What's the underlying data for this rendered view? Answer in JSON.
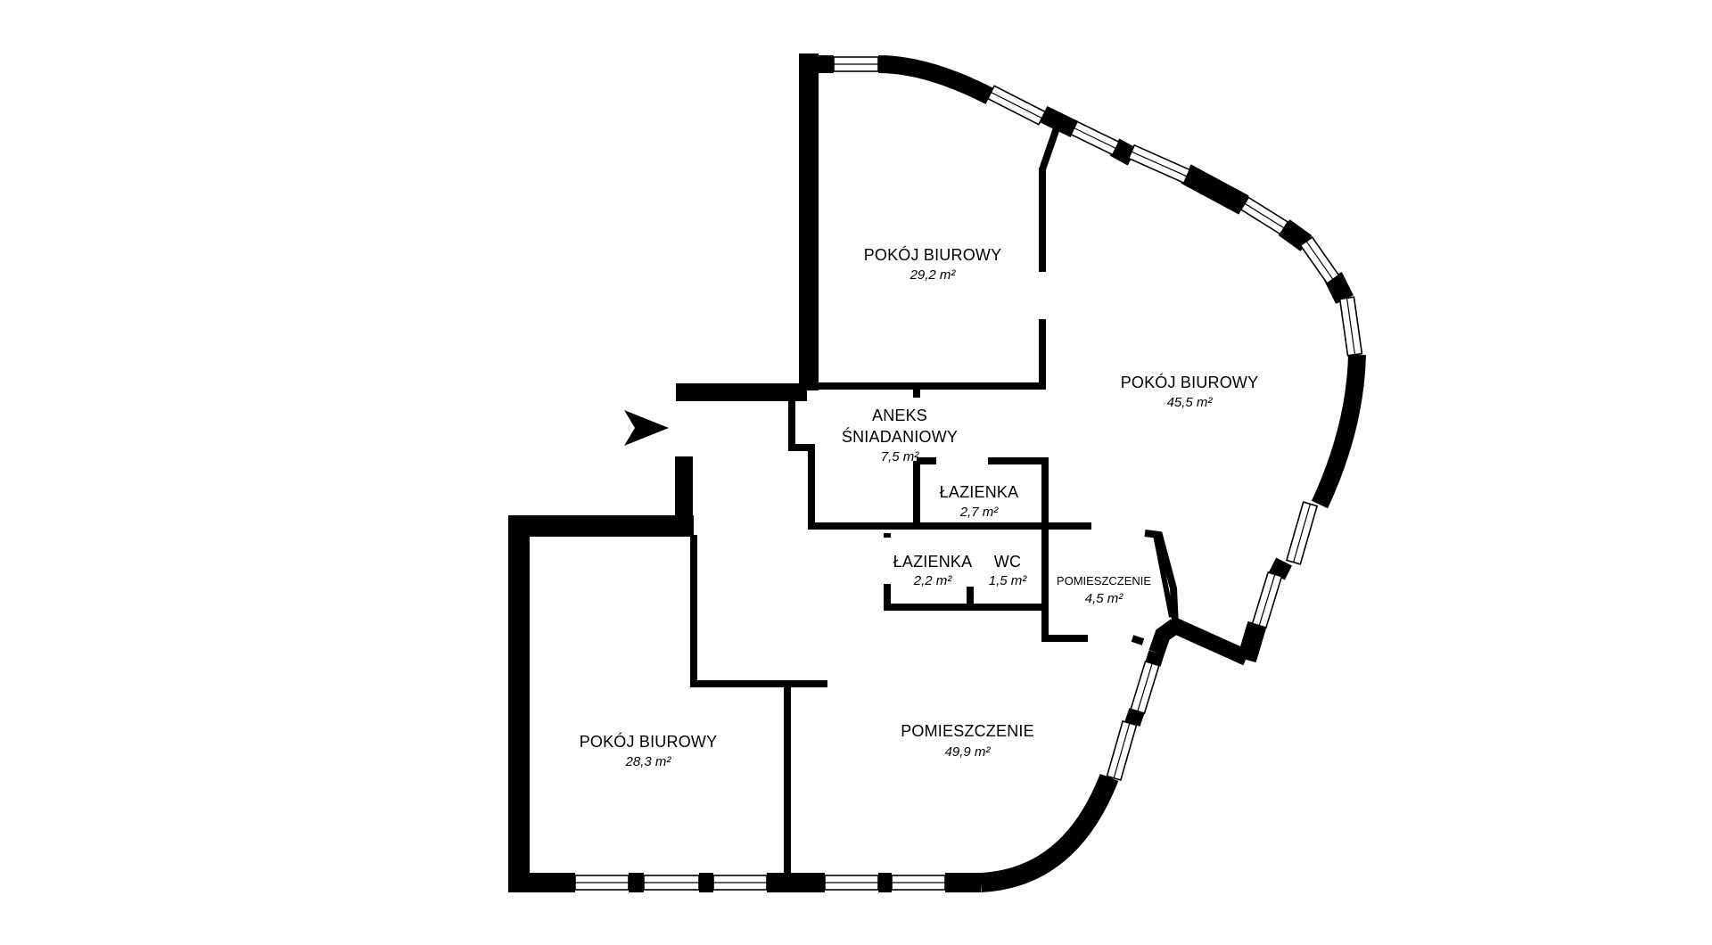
{
  "rooms": [
    {
      "id": "office_top",
      "name": "POKÓJ BIUROWY",
      "area": "29,2 m²"
    },
    {
      "id": "office_right",
      "name": "POKÓJ BIUROWY",
      "area": "45,5 m²"
    },
    {
      "id": "kitchenette",
      "name_line1": "ANEKS",
      "name_line2": "ŚNIADANIOWY",
      "area": "7,5 m²"
    },
    {
      "id": "bathroom_1",
      "name": "ŁAZIENKA",
      "area": "2,7 m²"
    },
    {
      "id": "bathroom_2",
      "name": "ŁAZIENKA",
      "area": "2,2 m²"
    },
    {
      "id": "wc",
      "name": "WC",
      "area": "1,5 m²"
    },
    {
      "id": "storage",
      "name": "POMIESZCZENIE",
      "area": "4,5 m²"
    },
    {
      "id": "main_room",
      "name": "POMIESZCZENIE",
      "area": "49,9 m²"
    },
    {
      "id": "office_left",
      "name": "POKÓJ BIUROWY",
      "area": "28,3 m²"
    }
  ],
  "entrance_icon": "entrance-arrow-icon",
  "colors": {
    "walls": "#000000",
    "background": "#ffffff"
  }
}
